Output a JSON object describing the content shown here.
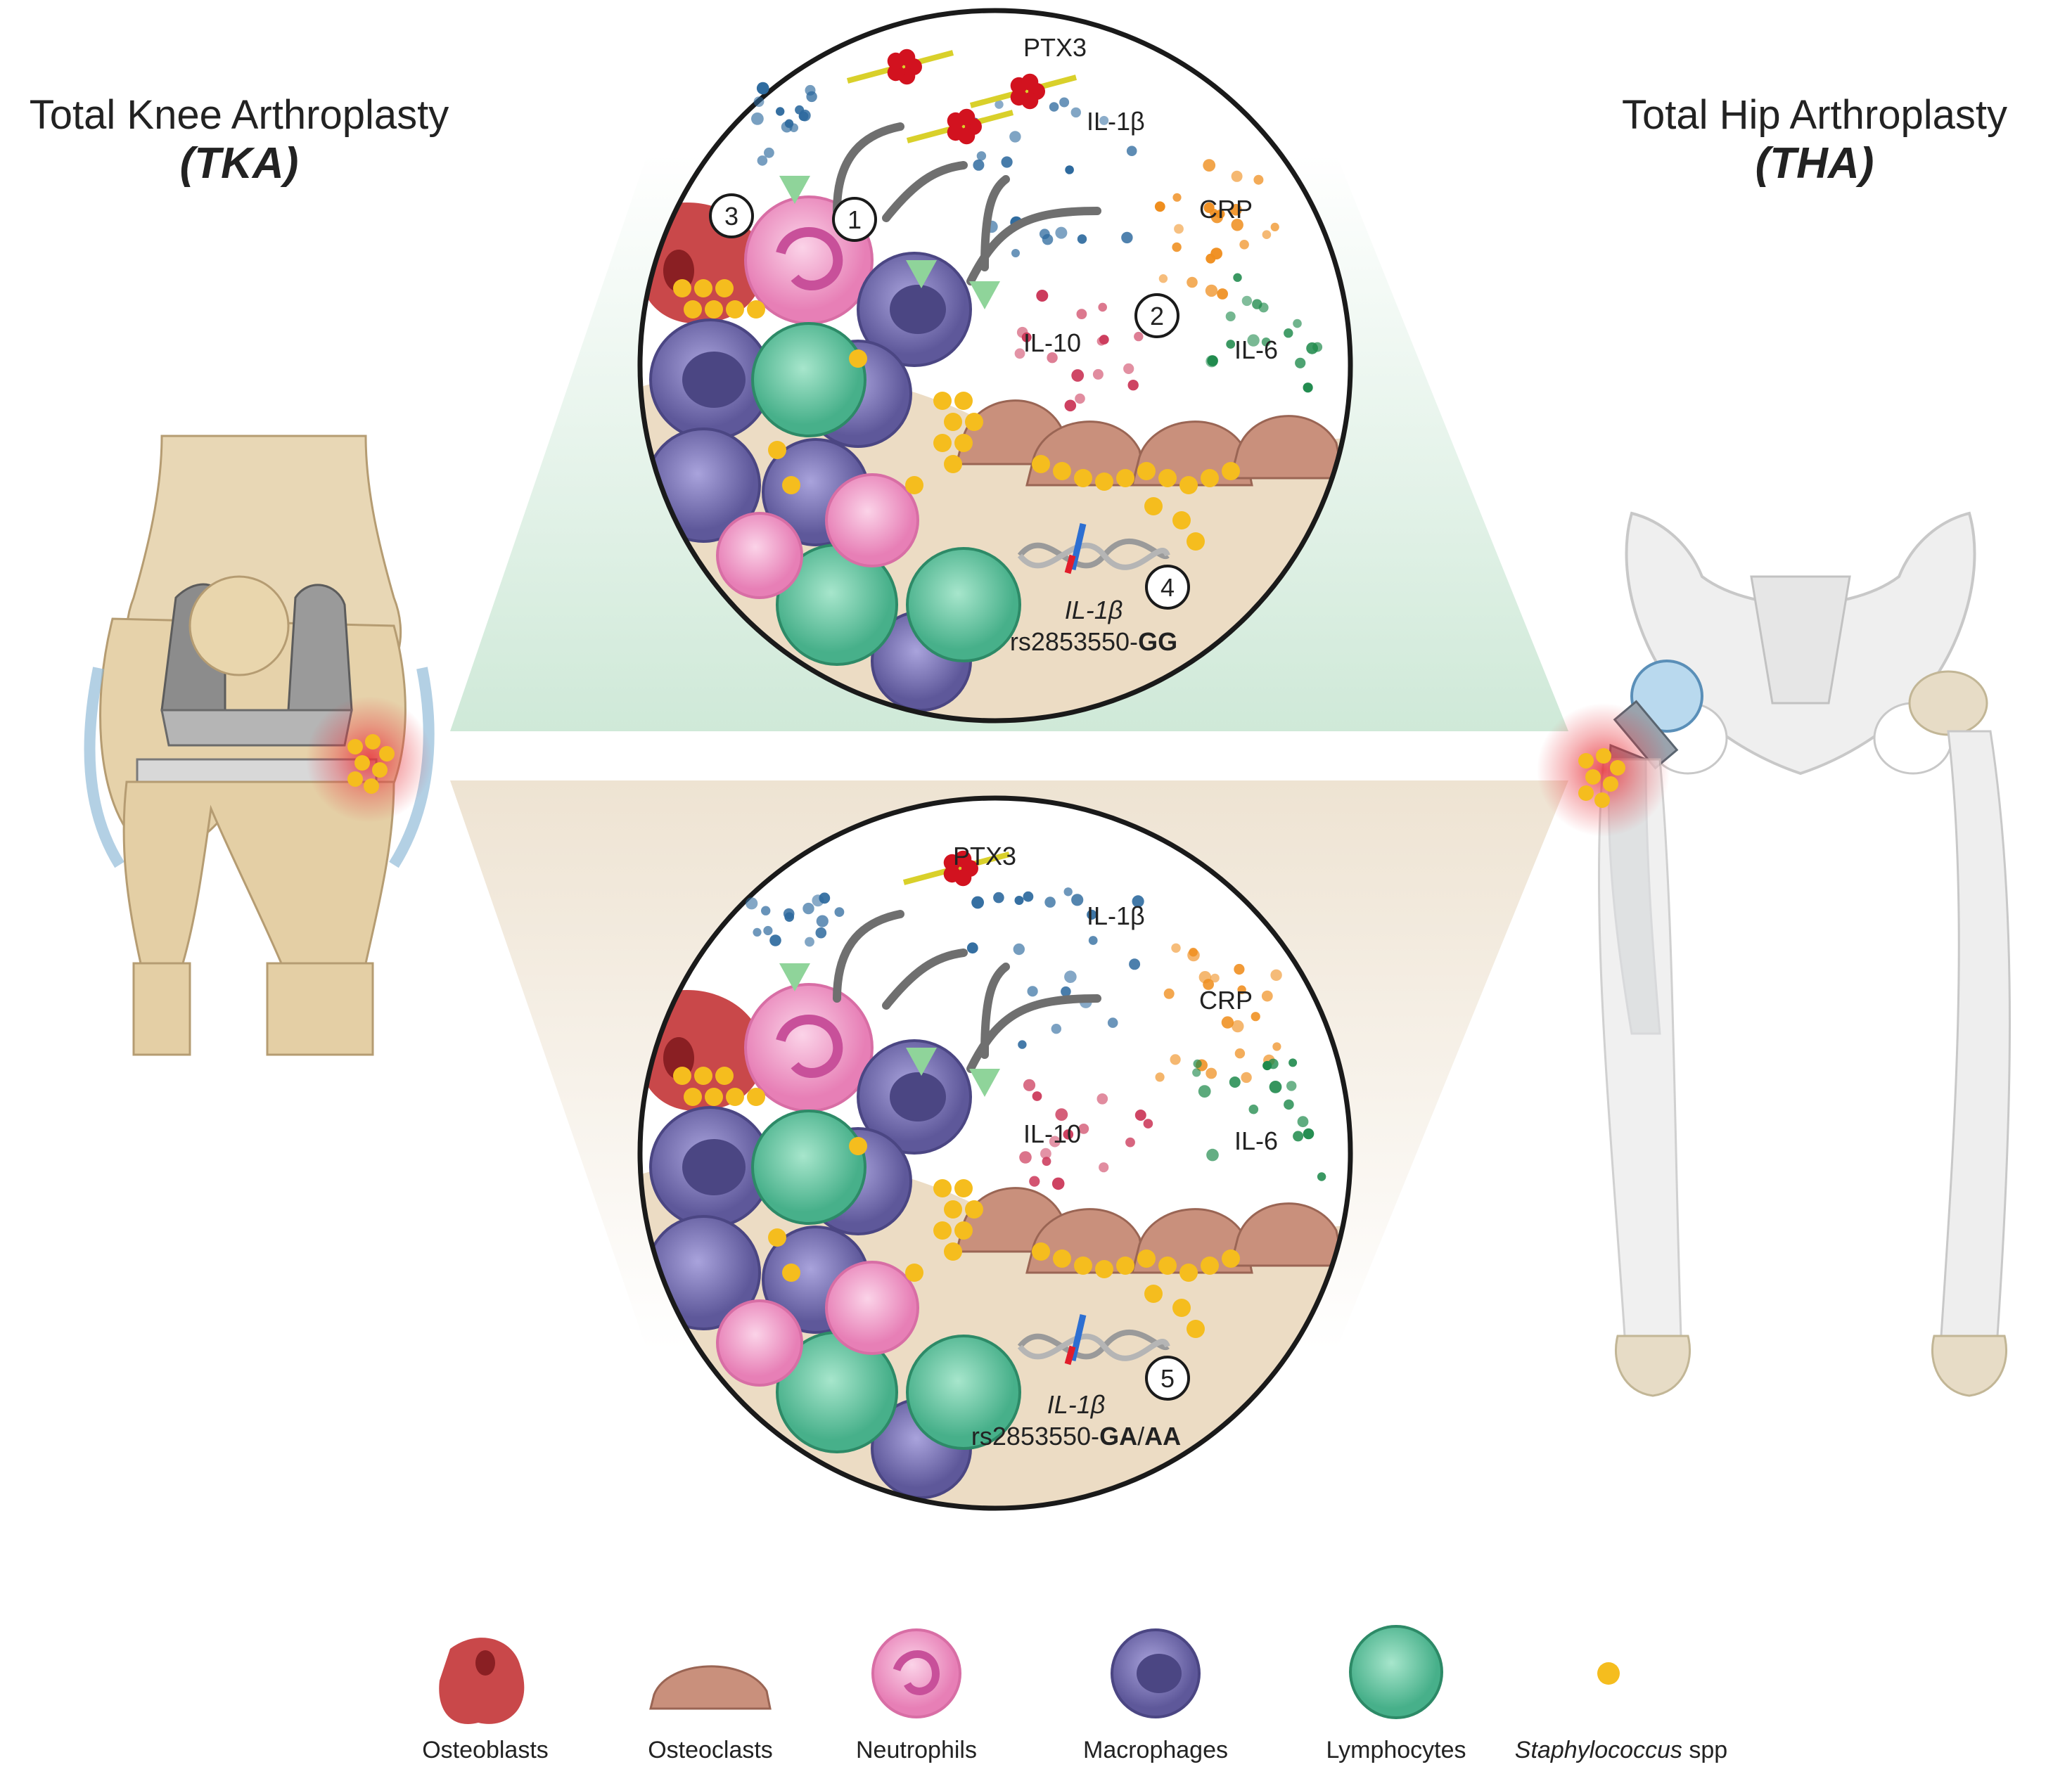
{
  "left_title": {
    "main": "Total Knee Arthroplasty",
    "abbr": "(TKA)"
  },
  "right_title": {
    "main": "Total Hip Arthroplasty",
    "abbr": "(THA)"
  },
  "top_panel": {
    "labels": {
      "ptx3": "PTX3",
      "il1b": "IL-1β",
      "crp": "CRP",
      "il10": "IL-10",
      "il6": "IL-6"
    },
    "markers": [
      "1",
      "2",
      "3",
      "4"
    ],
    "gene": "IL-1β",
    "snp_prefix": "rs2853550-",
    "genotype": "GG"
  },
  "bottom_panel": {
    "labels": {
      "ptx3": "PTX3",
      "il1b": "IL-1β",
      "crp": "CRP",
      "il10": "IL-10",
      "il6": "IL-6"
    },
    "marker": "5",
    "gene": "IL-1β",
    "snp_prefix": "rs2853550-",
    "genotype_a": "GA",
    "genotype_sep": "/",
    "genotype_b": "AA"
  },
  "legend": [
    {
      "name": "osteoblasts",
      "label": "Osteoblasts"
    },
    {
      "name": "osteoclasts",
      "label": "Osteoclasts"
    },
    {
      "name": "neutrophils",
      "label": "Neutrophils"
    },
    {
      "name": "macrophages",
      "label": "Macrophages"
    },
    {
      "name": "lymphocytes",
      "label": "Lymphocytes"
    },
    {
      "name": "staphylococcus",
      "label_italic": "Staphylococcus",
      "label_rest": " spp"
    }
  ],
  "colors": {
    "osteoblast": "#c9484a",
    "osteoclast": "#c9907c",
    "neutrophil": "#f2a9cf",
    "macrophage": "#7d77b8",
    "lymphocyte": "#6fcba7",
    "staph": "#f5bd1e",
    "il1b_dot": "#2e6a9e",
    "crp_dot": "#ef8e1e",
    "il6_dot": "#1f8a4c",
    "il10_dot": "#cc3b5c",
    "ptx3": "#d2121f",
    "top_cone": "#cfe9d8",
    "bottom_cone": "#eee3d2",
    "tissue": "#ecdcc4"
  }
}
